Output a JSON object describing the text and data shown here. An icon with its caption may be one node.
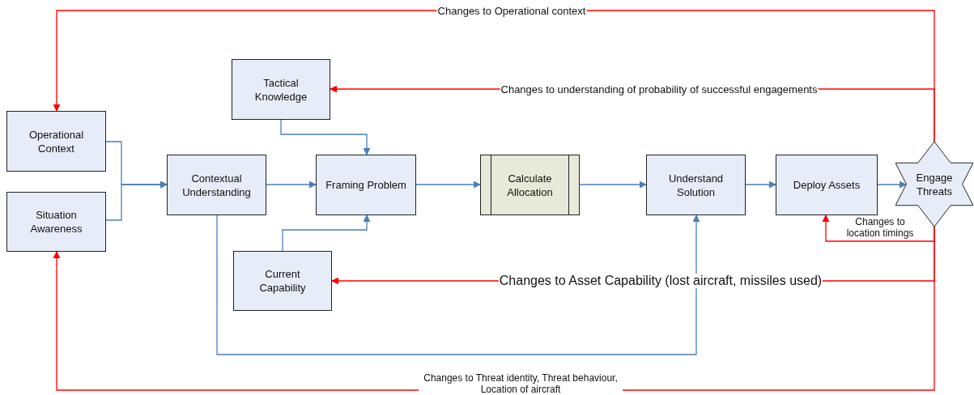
{
  "diagram": {
    "nodes": [
      {
        "text": [
          "Operational Context"
        ]
      },
      {
        "text": [
          "Situation Awareness"
        ]
      },
      {
        "text": [
          "Contextual Understanding"
        ]
      },
      {
        "text": [
          "Tactical Knowledge"
        ]
      },
      {
        "text": [
          "Framing Problem"
        ]
      },
      {
        "text": [
          "Calculate Allocation"
        ]
      },
      {
        "text": [
          "Current Capability"
        ]
      },
      {
        "text": [
          "Understand Solution"
        ]
      },
      {
        "text": [
          "Deploy Assets"
        ]
      },
      {
        "text": [
          "Engage Threats"
        ]
      }
    ],
    "edges": [
      {
        "from": 0,
        "to": 2,
        "arrow": "to"
      },
      {
        "from": 1,
        "to": 2,
        "arrow": "to"
      },
      {
        "from": 2,
        "to": 4,
        "arrow": "to"
      },
      {
        "from": 3,
        "to": 4,
        "arrow": "to"
      },
      {
        "from": 6,
        "to": 4,
        "arrow": "to"
      },
      {
        "from": 4,
        "to": 5,
        "arrow": "to"
      },
      {
        "from": 5,
        "to": 7,
        "arrow": "to"
      },
      {
        "from": 2,
        "to": 7,
        "arrow": "to"
      },
      {
        "from": 7,
        "to": 8,
        "arrow": "to"
      },
      {
        "from": 8,
        "to": 9,
        "arrow": "to"
      },
      {
        "from": 9,
        "to": 0,
        "arrow": "to",
        "label": "Changes to Operational context",
        "color": "#ff0000"
      },
      {
        "from": 9,
        "to": 3,
        "arrow": "to",
        "label": "Changes to understanding of probability of successful engagements",
        "color": "#ff0000"
      },
      {
        "from": 9,
        "to": 8,
        "arrow": "to",
        "label": "Changes to location timings",
        "color": "#ff0000"
      },
      {
        "from": 9,
        "to": 6,
        "arrow": "to",
        "label": "Changes to Asset Capability (lost aircraft, missiles used)",
        "color": "#ff0000"
      },
      {
        "from": 9,
        "to": 1,
        "arrow": "to",
        "label": "Changes to Threat identity, Threat behaviour, Location of aircraft",
        "color": "#ff0000"
      }
    ]
  }
}
